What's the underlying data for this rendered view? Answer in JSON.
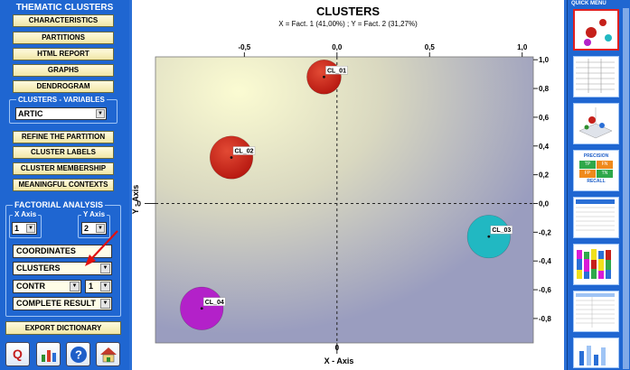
{
  "left_panel": {
    "title": "THEMATIC CLUSTERS",
    "buttons": [
      "CHARACTERISTICS",
      "PARTITIONS",
      "HTML REPORT",
      "GRAPHS",
      "DENDROGRAM"
    ],
    "clusters_variables": {
      "title": "CLUSTERS - VARIABLES",
      "selected": "ARTIC"
    },
    "buttons2": [
      "REFINE THE PARTITION",
      "CLUSTER LABELS",
      "CLUSTER MEMBERSHIP",
      "MEANINGFUL CONTEXTS"
    ],
    "factorial": {
      "title": "FACTORIAL ANALYSIS",
      "x_axis_label": "X Axis",
      "x_axis_value": "1",
      "y_axis_label": "Y Axis",
      "y_axis_value": "2",
      "coordinates": "COORDINATES",
      "clusters": "CLUSTERS",
      "contr": "CONTR",
      "contr_num": "1",
      "complete": "COMPLETE RESULT"
    },
    "export": "EXPORT DICTIONARY"
  },
  "quick_menu": {
    "title": "QUICK MENU",
    "precision": "PRECISION",
    "recall": "RECALL",
    "cells": [
      "TP",
      "FN",
      "FP",
      "TN"
    ]
  },
  "chart_data": {
    "type": "scatter",
    "title": "CLUSTERS",
    "subtitle": "X = Fact. 1 (41,00%) ; Y = Fact. 2 (31,27%)",
    "xlabel": "X - Axis",
    "ylabel": "Y - Axis",
    "xlim": [
      -0.98,
      1.06
    ],
    "ylim": [
      -0.97,
      1.02
    ],
    "xticks": [
      -0.5,
      0,
      0.5,
      1.0
    ],
    "xtick_labels": [
      "-0,5",
      "0,0",
      "0,5",
      "1,0"
    ],
    "yticks": [
      1.0,
      0.8,
      0.6,
      0.4,
      0.2,
      0.0,
      -0.2,
      -0.4,
      -0.6,
      -0.8
    ],
    "ytick_labels": [
      "1,0",
      "0,8",
      "0,6",
      "0,4",
      "0,2",
      "0,0",
      "-0,2",
      "-0,4",
      "-0,6",
      "-0,8"
    ],
    "points": [
      {
        "label": "CL_01",
        "x": -0.07,
        "y": 0.88,
        "color": "#c6201a",
        "size": 1.0
      },
      {
        "label": "CL_02",
        "x": -0.57,
        "y": 0.32,
        "color": "#c6201a",
        "size": 1.25
      },
      {
        "label": "CL_03",
        "x": 0.82,
        "y": -0.23,
        "color": "#21b8c2",
        "size": 1.25
      },
      {
        "label": "CL_04",
        "x": -0.73,
        "y": -0.73,
        "color": "#b321c9",
        "size": 1.25
      }
    ]
  }
}
